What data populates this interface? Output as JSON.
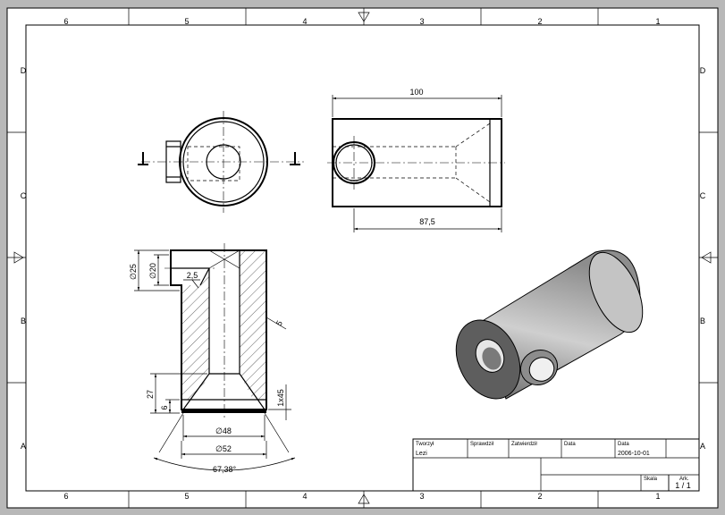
{
  "border": {
    "columns": [
      "6",
      "5",
      "4",
      "3",
      "2",
      "1"
    ],
    "rows": [
      "D",
      "C",
      "B",
      "A"
    ]
  },
  "dimensions": {
    "length_100": "100",
    "length_87_5": "87,5",
    "dia_25": "∅25",
    "dia_20": "∅20",
    "chamfer_2_5": "2,5",
    "wall_5": "5",
    "height_27": "27",
    "height_6": "6",
    "chamfer_1x45": "1x45",
    "dia_48": "∅48",
    "dia_52": "∅52",
    "angle": "67,38°"
  },
  "title_block": {
    "labels": {
      "tworzyl": "Tworzył",
      "sprawdzil": "Sprawdził",
      "zatwierdzil": "Zatwierdził",
      "data1": "Data",
      "data2": "Data",
      "skala": "Skala",
      "arkusz": "Ark."
    },
    "values": {
      "author": "Lezi",
      "date": "2006-10-01",
      "sheet": "1 / 1"
    }
  },
  "colors": {
    "paper": "#ffffff",
    "border_bg": "#b8b8b8",
    "part_body": "#888888"
  }
}
